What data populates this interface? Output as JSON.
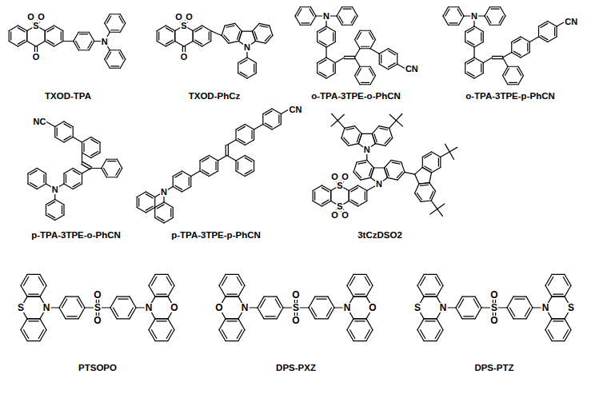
{
  "diagram": {
    "labels": [
      "O",
      "O",
      "S",
      "O",
      "N",
      "TXOD-TPA",
      "O",
      "O",
      "S",
      "O",
      "N",
      "TXOD-PhCz",
      "N",
      "CN",
      "o-TPA-3TPE-o-PhCN",
      "N",
      "CN",
      "o-TPA-3TPE-p-PhCN",
      "NC",
      "N",
      "p-TPA-3TPE-o-PhCN",
      "N",
      "CN",
      "p-TPA-3TPE-p-PhCN",
      "N",
      "O",
      "O",
      "S",
      "N",
      "S",
      "O",
      "O",
      "3tCzDSO2",
      "S",
      "N",
      "O",
      "S",
      "O",
      "N",
      "O",
      "PTSOPO",
      "O",
      "N",
      "O",
      "S",
      "O",
      "N",
      "O",
      "DPS-PXZ",
      "S",
      "N",
      "O",
      "S",
      "O",
      "N",
      "S",
      "DPS-PTZ"
    ]
  }
}
